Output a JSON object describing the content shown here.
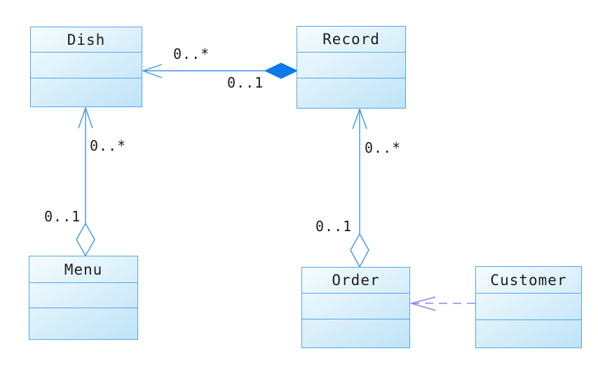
{
  "diagram": {
    "type": "uml-class-diagram",
    "classes": [
      {
        "name": "Dish"
      },
      {
        "name": "Record"
      },
      {
        "name": "Menu"
      },
      {
        "name": "Order"
      },
      {
        "name": "Customer"
      }
    ],
    "relationships": [
      {
        "type": "composition",
        "whole": "Record",
        "part": "Dish",
        "target_end_multiplicity": "0..*",
        "source_end_multiplicity": "0..1"
      },
      {
        "type": "aggregation",
        "whole": "Menu",
        "part": "Dish",
        "target_end_multiplicity": "0..*",
        "source_end_multiplicity": "0..1"
      },
      {
        "type": "aggregation",
        "whole": "Order",
        "part": "Record",
        "target_end_multiplicity": "0..*",
        "source_end_multiplicity": "0..1"
      },
      {
        "type": "dependency",
        "from": "Customer",
        "to": "Order"
      }
    ],
    "colors": {
      "box_border": "#52a4ea",
      "box_fill_light": "#f6fcfe",
      "box_fill_dark": "#bfe3f8",
      "connector_blue": "#3e96e9",
      "composition_diamond_fill": "#0d7ae9",
      "dependency_purple": "#8b87ef",
      "text": "#1c1c1c",
      "background": "#ffffff"
    }
  }
}
